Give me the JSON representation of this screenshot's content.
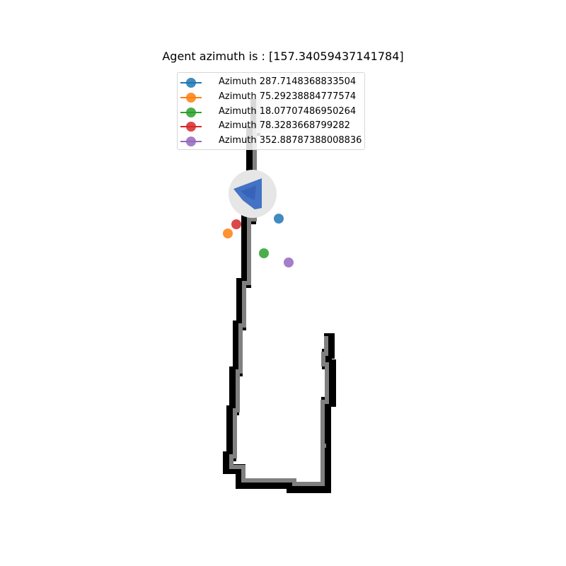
{
  "title": "Agent azimuth is : [157.34059437141784]",
  "legend": [
    {
      "label": "Azimuth 287.7148368833504",
      "color": "#1f77b4"
    },
    {
      "label": "Azimuth 75.29238884777574",
      "color": "#ff7f0e"
    },
    {
      "label": "Azimuth 18.07707486950264",
      "color": "#2ca02c"
    },
    {
      "label": "Azimuth 78.3283668799282",
      "color": "#d62728"
    },
    {
      "label": "Azimuth 352.88787388008836",
      "color": "#9467bd"
    }
  ],
  "colors": {
    "corridor_fill": "#808080",
    "corridor_wall": "#000000",
    "agent_disc": "#e6e6e6",
    "agent_arrow": "#4472c4"
  },
  "icons": {
    "agent": "agent-arrow-icon"
  }
}
